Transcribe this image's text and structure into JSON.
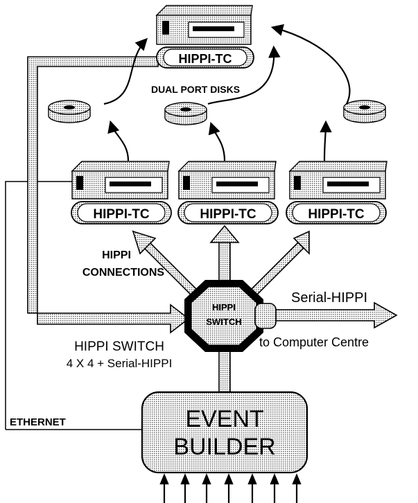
{
  "labels": {
    "dual_port_disks": "DUAL PORT DISKS",
    "hippi_tc_top": "HIPPI-TC",
    "hippi_tc_left": "HIPPI-TC",
    "hippi_tc_mid": "HIPPI-TC",
    "hippi_tc_right": "HIPPI-TC",
    "hippi_connections_line1": "HIPPI",
    "hippi_connections_line2": "CONNECTIONS",
    "switch_line1": "HIPPI",
    "switch_line2": "SWITCH",
    "serial_hippi": "Serial-HIPPI",
    "to_computer_centre": "to Computer Centre",
    "switch_desc_line1": "HIPPI  SWITCH",
    "switch_desc_line2": "4 X 4 + Serial-HIPPI",
    "ethernet": "ETHERNET",
    "event_builder_line1": "EVENT",
    "event_builder_line2": "BUILDER"
  },
  "colors": {
    "stipple": "#c8c8c8",
    "outline": "#000000",
    "background": "#ffffff"
  },
  "icons": [
    "tape-drive-icon",
    "disk-stack-icon",
    "octagon-switch-icon"
  ]
}
